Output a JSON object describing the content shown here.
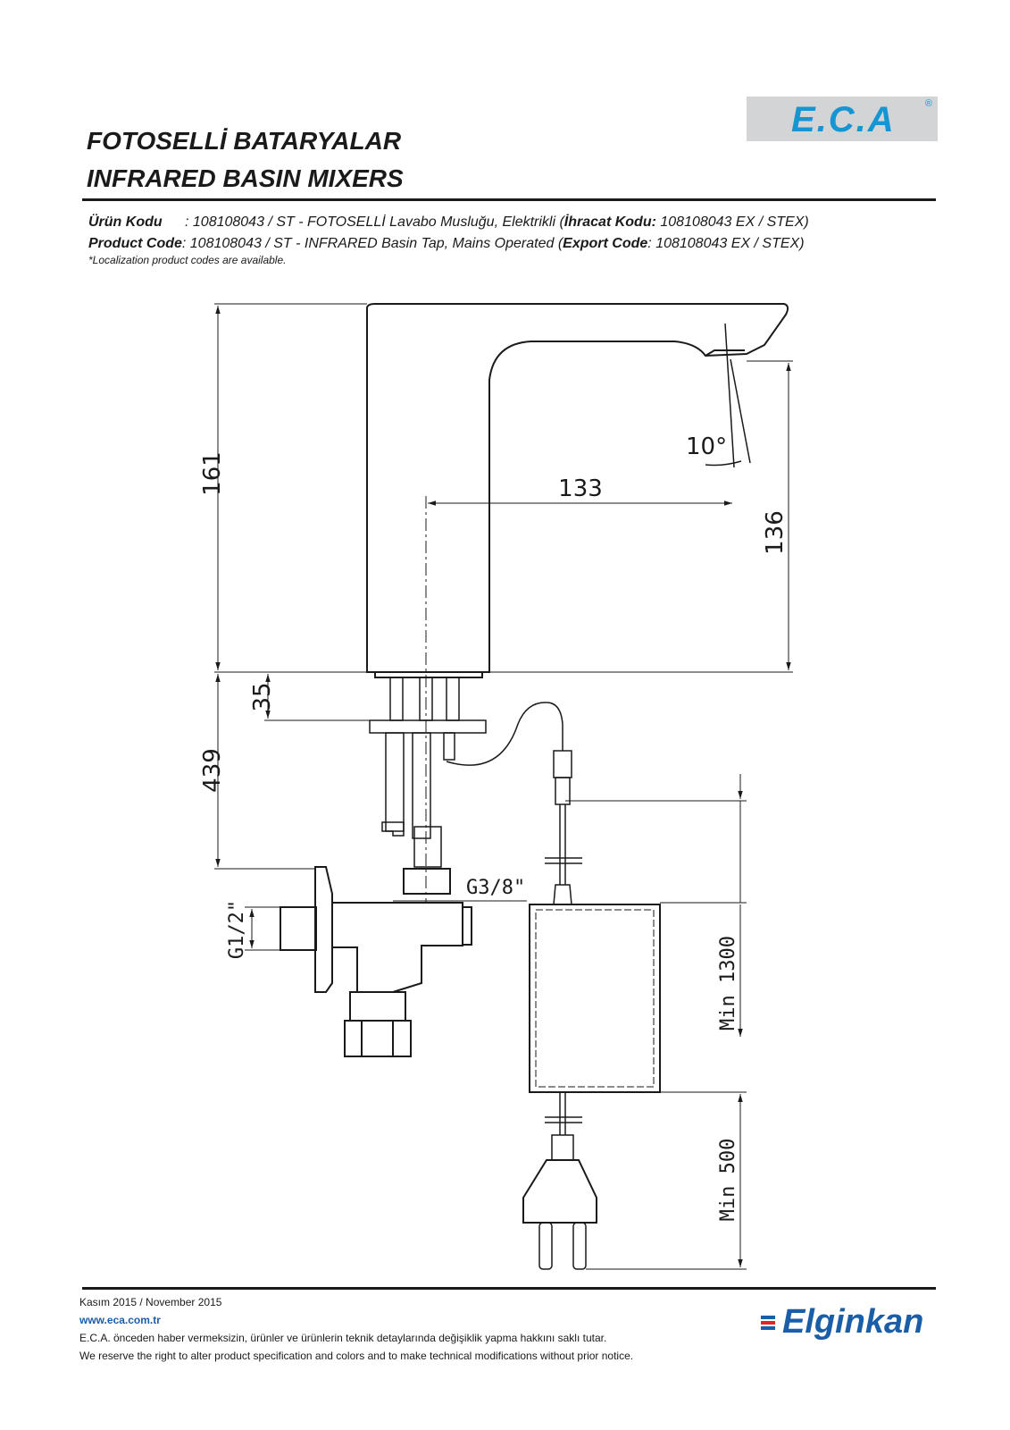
{
  "header": {
    "logo_text": "E.C.A",
    "logo_reg": "®",
    "title_line1": "FOTOSELLİ BATARYALAR",
    "title_line2": "INFRARED BASIN MIXERS"
  },
  "product_info": {
    "tr_label": "Ürün Kodu",
    "tr_text": ": 108108043 / ST - FOTOSELLİ Lavabo Musluğu, Elektrikli (",
    "tr_export_label": "İhracat Kodu:",
    "tr_export_value": " 108108043 EX / STEX)",
    "en_label": "Product Code",
    "en_text": ": 108108043 / ST - INFRARED Basin Tap, Mains Operated (",
    "en_export_label": "Export Code",
    "en_export_value": ": 108108043 EX / STEX)",
    "note": "*Localization product codes are available."
  },
  "dimensions": {
    "height_total": "161",
    "spout_height": "136",
    "spout_reach": "133",
    "angle": "10°",
    "deck_thickness": "35",
    "under_length": "439",
    "inlet_thread": "G3/8\"",
    "valve_thread": "G1/2\"",
    "cable_min_1": "Min 1300",
    "cable_min_2": "Min 500"
  },
  "footer": {
    "date": "Kasım 2015 / November 2015",
    "website": "www.eca.com.tr",
    "disclaimer_tr": "E.C.A. önceden haber vermeksizin, ürünler ve ürünlerin teknik detaylarında değişiklik yapma hakkını saklı tutar.",
    "disclaimer_en": "We reserve the right to alter product specification and colors and to make technical modifications without prior notice.",
    "brand": "Elginkan"
  },
  "colors": {
    "eca_blue": "#1596d3",
    "elginkan_blue": "#1b5ea8",
    "elginkan_red": "#e2232a",
    "logo_bg": "#d3d4d6"
  }
}
